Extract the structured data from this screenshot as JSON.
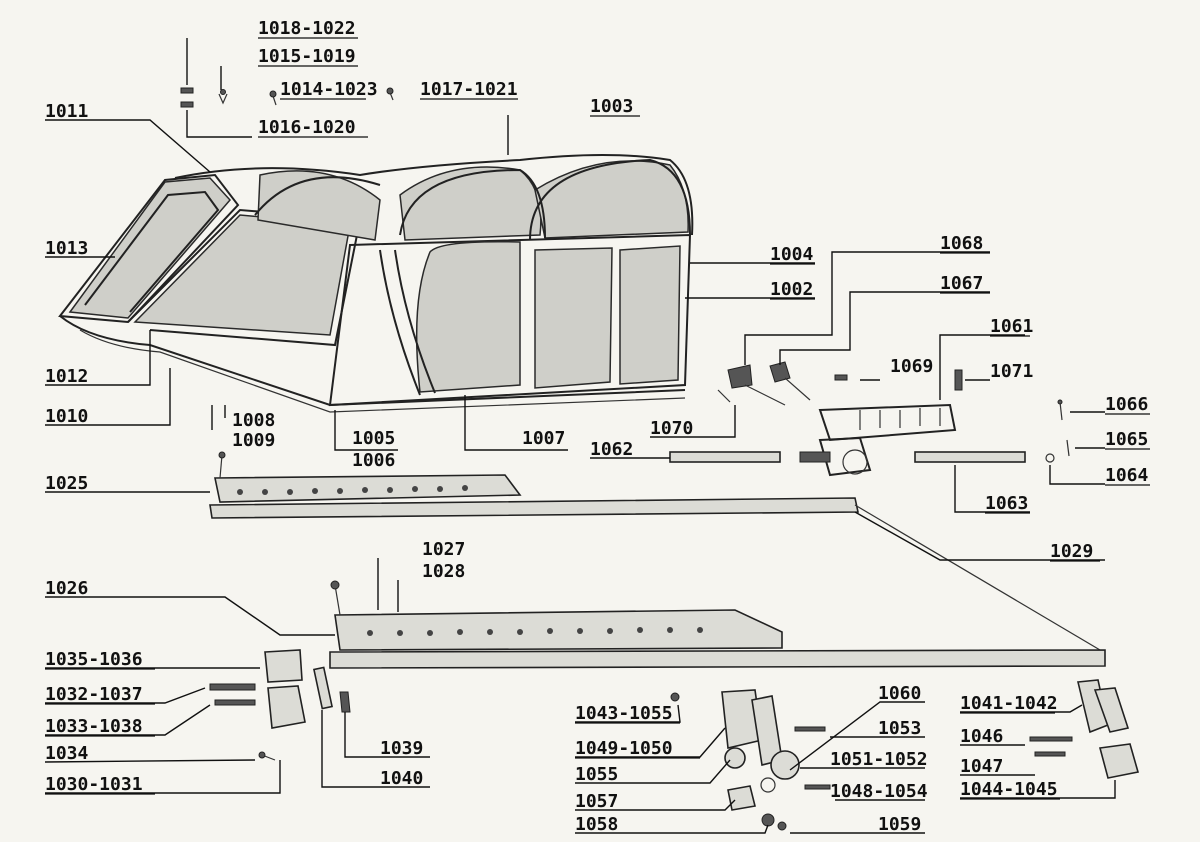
{
  "callouts": [
    "1018-1022",
    "1015-1019",
    "1014-1023",
    "1017-1021",
    "1016-1020",
    "1011",
    "1003",
    "1013",
    "1004",
    "1002",
    "1068",
    "1067",
    "1061",
    "1069",
    "1071",
    "1012",
    "1010",
    "1008",
    "1009",
    "1005",
    "1006",
    "1007",
    "1070",
    "1062",
    "1066",
    "1065",
    "1064",
    "1063",
    "1025",
    "1029",
    "1027",
    "1028",
    "1026",
    "1035-1036",
    "1032-1037",
    "1033-1038",
    "1034",
    "1030-1031",
    "1039",
    "1040",
    "1043-1055",
    "1049-1050",
    "1055",
    "1057",
    "1058",
    "1060",
    "1053",
    "1051-1052",
    "1048-1054",
    "1059",
    "1041-1042",
    "1046",
    "1047",
    "1044-1045"
  ],
  "colors": {
    "ink": "#111111",
    "paper": "#f6f5f0",
    "glass": "#cfcfc9"
  }
}
